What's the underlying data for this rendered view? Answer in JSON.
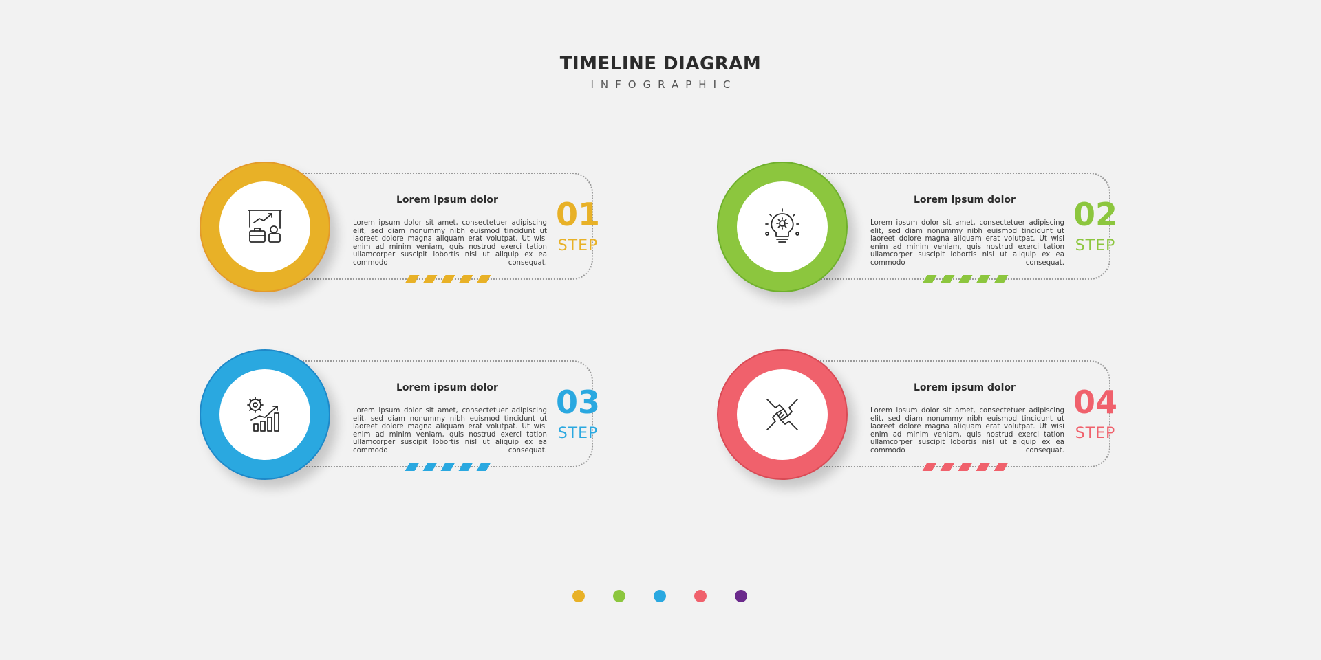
{
  "header": {
    "title": "TIMELINE DIAGRAM",
    "subtitle": "INFOGRAPHIC"
  },
  "steps": [
    {
      "number": "01",
      "step_label": "STEP",
      "heading": "Lorem ipsum dolor",
      "body": "Lorem ipsum dolor sit amet, consectetuer adipiscing elit, sed diam nonummy nibh euismod tincidunt ut laoreet dolore magna aliquam erat volutpat. Ut wisi enim ad minim veniam, quis nostrud exerci tation ullamcorper suscipit lobortis nisl ut aliquip ex ea commodo consequat.",
      "color": "#E8B127",
      "border_color": "#E39A2A",
      "icon": "presentation-chart-icon"
    },
    {
      "number": "02",
      "step_label": "STEP",
      "heading": "Lorem ipsum dolor",
      "body": "Lorem ipsum dolor sit amet, consectetuer adipiscing elit, sed diam nonummy nibh euismod tincidunt ut laoreet dolore magna aliquam erat volutpat. Ut wisi enim ad minim veniam, quis nostrud exerci tation ullamcorper suscipit lobortis nisl ut aliquip ex ea commodo consequat.",
      "color": "#8CC63E",
      "border_color": "#6FB02C",
      "icon": "lightbulb-gear-icon"
    },
    {
      "number": "03",
      "step_label": "STEP",
      "heading": "Lorem ipsum dolor",
      "body": "Lorem ipsum dolor sit amet, consectetuer adipiscing elit, sed diam nonummy nibh euismod tincidunt ut laoreet dolore magna aliquam erat volutpat. Ut wisi enim ad minim veniam, quis nostrud exerci tation ullamcorper suscipit lobortis nisl ut aliquip ex ea commodo consequat.",
      "color": "#2AA8E0",
      "border_color": "#1E88C8",
      "icon": "growth-chart-gear-icon"
    },
    {
      "number": "04",
      "step_label": "STEP",
      "heading": "Lorem ipsum dolor",
      "body": "Lorem ipsum dolor sit amet, consectetuer adipiscing elit, sed diam nonummy nibh euismod tincidunt ut laoreet dolore magna aliquam erat volutpat. Ut wisi enim ad minim veniam, quis nostrud exerci tation ullamcorper suscipit lobortis nisl ut aliquip ex ea commodo consequat.",
      "color": "#F0616C",
      "border_color": "#D94A55",
      "icon": "teamwork-hands-icon"
    }
  ],
  "palette_dots": [
    "#E8B127",
    "#8CC63E",
    "#2AA8E0",
    "#F0616C",
    "#6B2A8C"
  ]
}
